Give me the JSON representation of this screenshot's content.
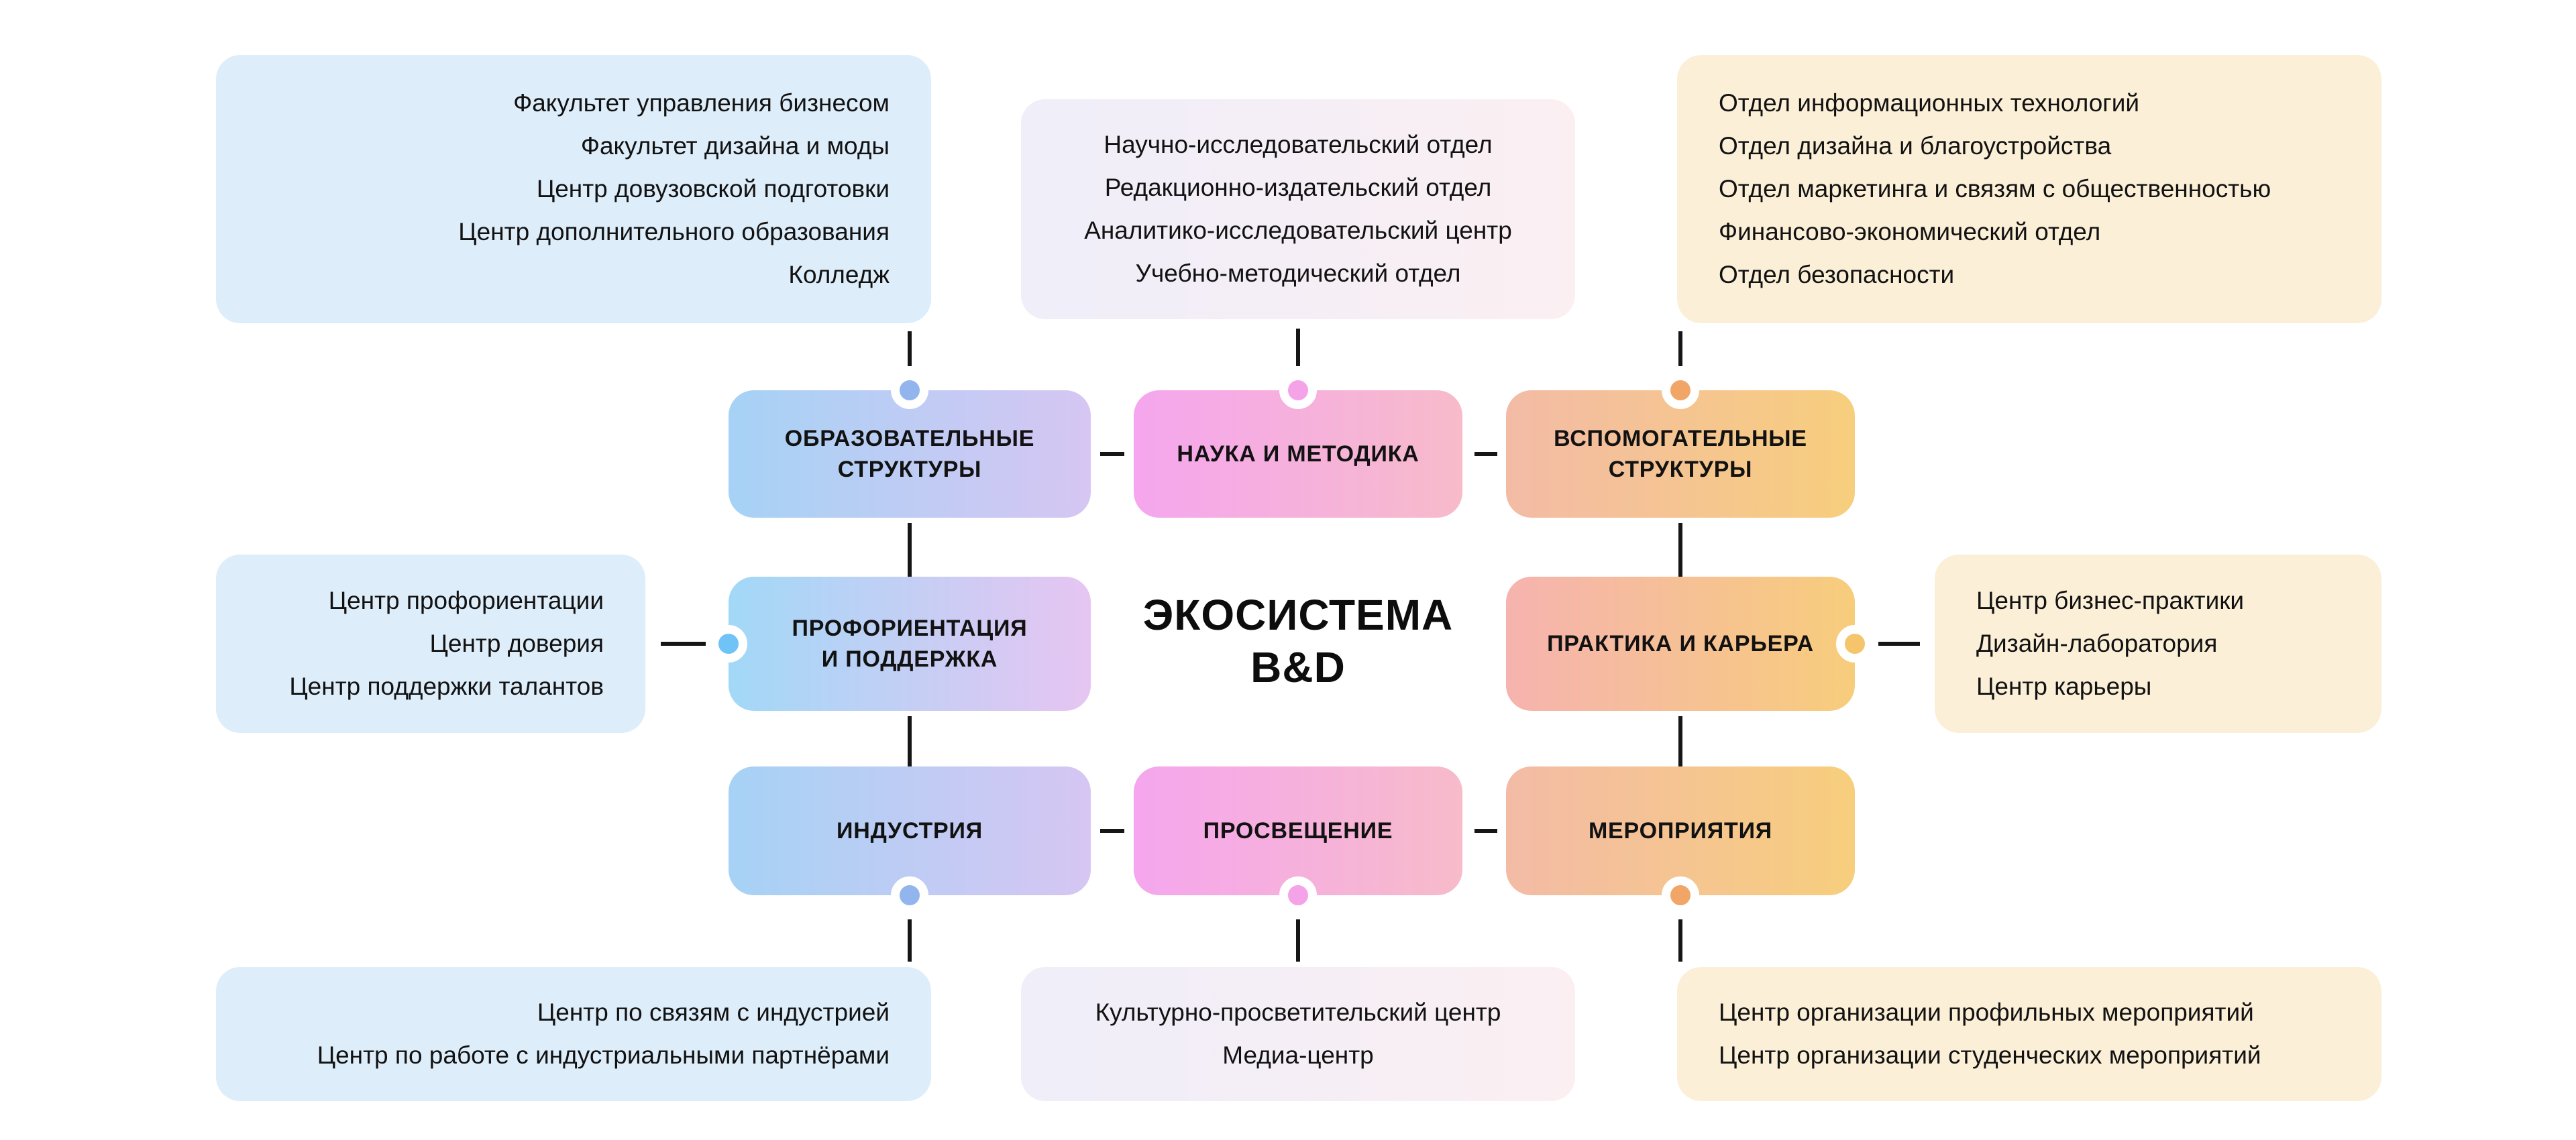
{
  "title": {
    "lines": [
      "ЭКОСИСТЕМА",
      "B&D"
    ]
  },
  "hubs": {
    "educational": {
      "lines": [
        "ОБРАЗОВАТЕЛЬНЫЕ",
        "СТРУКТУРЫ"
      ]
    },
    "science": {
      "lines": [
        "НАУКА И МЕТОДИКА"
      ]
    },
    "auxiliary": {
      "lines": [
        "ВСПОМОГАТЕЛЬНЫЕ",
        "СТРУКТУРЫ"
      ]
    },
    "guidance": {
      "lines": [
        "ПРОФОРИЕНТАЦИЯ",
        "И ПОДДЕРЖКА"
      ]
    },
    "practice": {
      "lines": [
        "ПРАКТИКА И КАРЬЕРА"
      ]
    },
    "industry": {
      "lines": [
        "ИНДУСТРИЯ"
      ]
    },
    "enlightenment": {
      "lines": [
        "ПРОСВЕЩЕНИЕ"
      ]
    },
    "events": {
      "lines": [
        "МЕРОПРИЯТИЯ"
      ]
    }
  },
  "side_boxes": {
    "top_left": {
      "items": [
        "Факультет управления бизнесом",
        "Факультет дизайна и моды",
        "Центр довузовской подготовки",
        "Центр дополнительного образования",
        "Колледж"
      ]
    },
    "top_middle": {
      "items": [
        "Научно-исследовательский отдел",
        "Редакционно-издательский отдел",
        "Аналитико-исследовательский центр",
        "Учебно-методический отдел"
      ]
    },
    "top_right": {
      "items": [
        "Отдел информационных технологий",
        "Отдел дизайна и благоустройства",
        "Отдел маркетинга и связям с общественностью",
        "Финансово-экономический отдел",
        "Отдел безопасности"
      ]
    },
    "mid_left": {
      "items": [
        "Центр профориентации",
        "Центр доверия",
        "Центр поддержки талантов"
      ]
    },
    "mid_right": {
      "items": [
        "Центр бизнес-практики",
        "Дизайн-лаборатория",
        "Центр карьеры"
      ]
    },
    "bottom_left": {
      "items": [
        "Центр по связям с индустрией",
        "Центр по работе с индустриальными партнёрами"
      ]
    },
    "bottom_middle": {
      "items": [
        "Культурно-просветительский центр",
        "Медиа-центр"
      ]
    },
    "bottom_right": {
      "items": [
        "Центр организации профильных мероприятий",
        "Центр организации студенческих мероприятий"
      ]
    }
  },
  "colors": {
    "text_color": "#121212",
    "line_color": "#161616",
    "blue_panel": "#DEEDFA",
    "cream_panel": "#FBEFD7",
    "pink_panel_a": "#EFEEF9",
    "pink_panel_b": "#FBEFF2",
    "grad_blue_a": "#A6D2F5",
    "grad_blue_b": "#D6C6F3",
    "grad_blue_side_a": "#A2D8F7",
    "grad_blue_side_b": "#E6C5F2",
    "grad_pink_a": "#F5A6EE",
    "grad_pink_b": "#F7BBCA",
    "grad_orange_a": "#F3BBA6",
    "grad_orange_b": "#F7CE7D",
    "grad_peach_a": "#F6B3AF",
    "grad_peach_b": "#F7CD7C",
    "dot_blue": "#93B5EE",
    "dot_pink": "#F5A3E9",
    "dot_orange": "#F1A668",
    "dot_blue_side": "#6FC3F7",
    "dot_gold_side": "#F5C56B"
  }
}
